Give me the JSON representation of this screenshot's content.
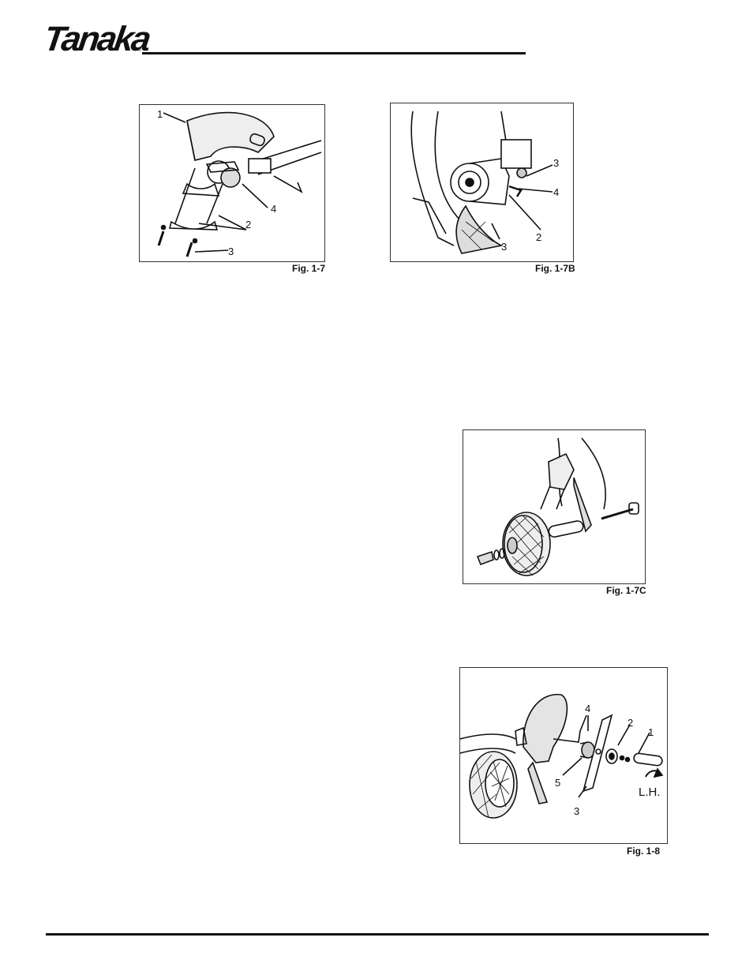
{
  "header": {
    "logo_text": "Tanaka",
    "logo_mark": "®"
  },
  "figures": [
    {
      "caption": "Fig. 1-7",
      "callouts": [
        "1",
        "2",
        "3",
        "4"
      ]
    },
    {
      "caption": "Fig. 1-7B",
      "callouts": [
        "3",
        "4",
        "2",
        "3"
      ]
    },
    {
      "caption": "Fig. 1-7C",
      "callouts": []
    },
    {
      "caption": "Fig. 1-8",
      "callouts": [
        "4",
        "2",
        "1",
        "5",
        "3"
      ],
      "note": "L.H."
    }
  ]
}
